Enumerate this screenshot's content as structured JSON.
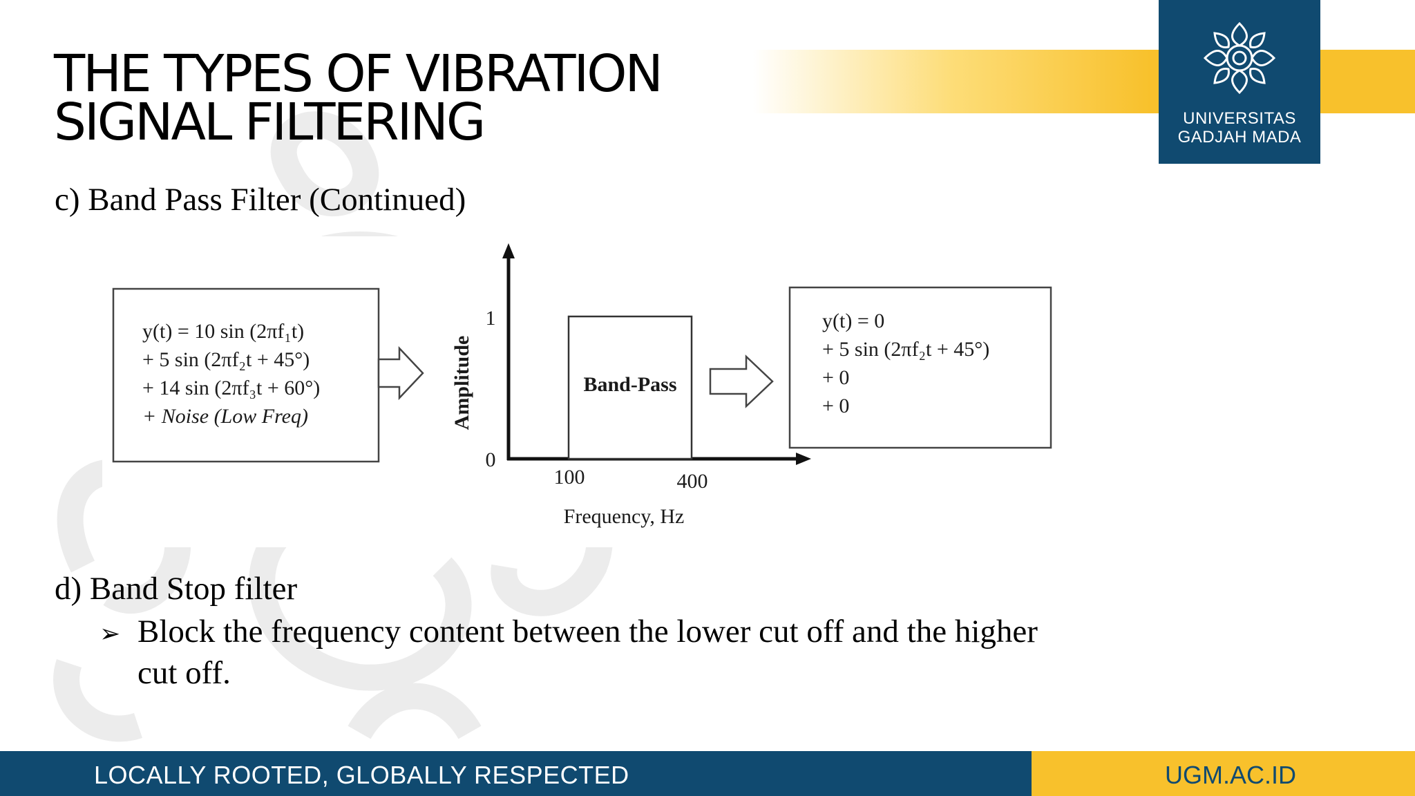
{
  "title": {
    "line1": "THE TYPES OF VIBRATION",
    "line2": "SIGNAL FILTERING"
  },
  "logo": {
    "line1": "UNIVERSITAS",
    "line2": "GADJAH MADA"
  },
  "section_c": "c) Band Pass Filter (Continued)",
  "figure": {
    "input_lines": [
      "y(t) = 10 sin (2πf₁t)",
      "+ 5 sin (2πf₂t + 45°)",
      "+ 14 sin (2πf₃t + 60°)",
      "+ Noise (Low  Freq)"
    ],
    "filter_label": "Band-Pass",
    "y_axis_label": "Amplitude",
    "y_tick_top": "1",
    "y_tick_zero": "0",
    "x_tick_low": "100",
    "x_tick_high": "400",
    "x_axis_label": "Frequency, Hz",
    "output_lines": [
      "y(t) = 0",
      "+ 5 sin (2πf₂t + 45°)",
      "+ 0",
      "+ 0"
    ]
  },
  "section_d": "d) Band Stop filter",
  "bullet": {
    "mark": "➢",
    "text": "Block the frequency content between the lower cut off and the higher cut off."
  },
  "footer": {
    "tagline": "LOCALLY ROOTED, GLOBALLY RESPECTED",
    "url": "UGM.AC.ID"
  },
  "colors": {
    "navy": "#104a70",
    "gold": "#f8c12c"
  }
}
